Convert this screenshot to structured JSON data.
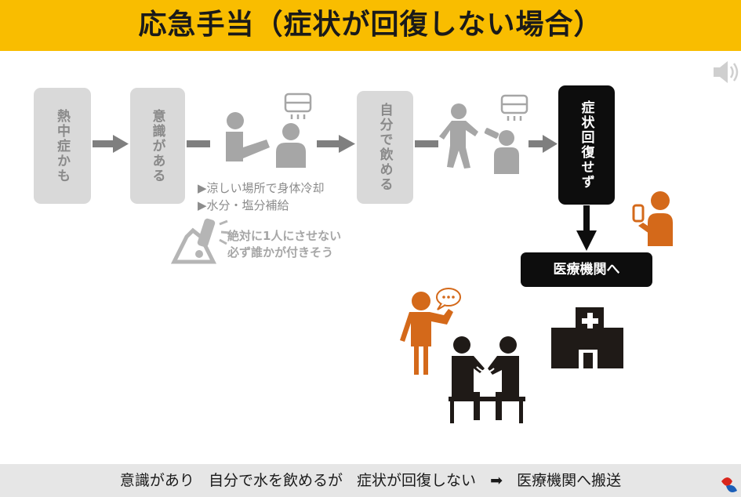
{
  "title": "応急手当（症状が回復しない場合）",
  "steps": {
    "heatstroke": "熱中症かも",
    "conscious": "意識がある",
    "can_drink": "自分で飲める",
    "not_recovered": "症状回復せず"
  },
  "notes": {
    "line1": "▶涼しい場所で身体冷却",
    "line2": "▶水分・塩分補給"
  },
  "warning": {
    "line1": "絶対に1人にさせない",
    "line2": "必ず誰かが付きそう"
  },
  "hospital": "医療機関へ",
  "footer": {
    "part1": "意識があり",
    "part2": "自分で水を飲めるが",
    "part3": "症状が回復しない",
    "arrow": "➡",
    "part4": "医療機関へ搬送"
  },
  "colors": {
    "header": "#f9bd00",
    "gray_box": "#d9d9d9",
    "gray_icon": "#a6a6a6",
    "orange": "#d4691a",
    "black": "#0d0d0d"
  }
}
